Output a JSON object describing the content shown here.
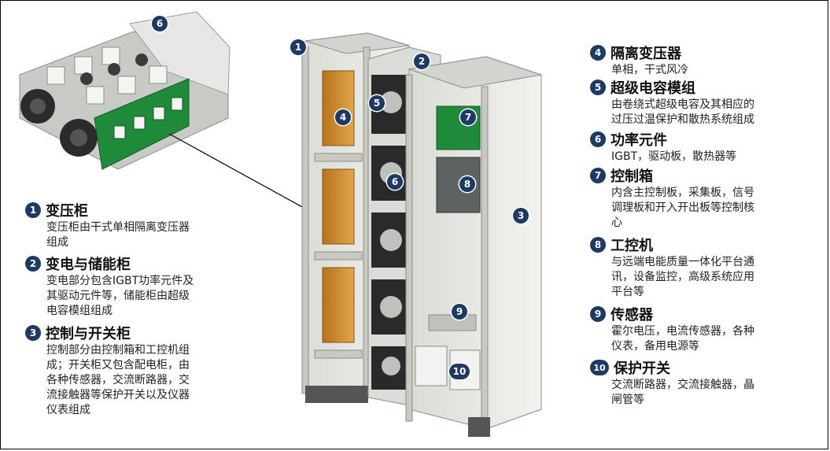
{
  "legend": [
    {
      "num": "1",
      "title": "变压柜",
      "desc": "变压柜由干式单相隔离变压器\n组成"
    },
    {
      "num": "2",
      "title": "变电与储能柜",
      "desc": "变电部分包含IGBT功率元件及\n其驱动元件等，储能柜由超级\n电容模组组成"
    },
    {
      "num": "3",
      "title": "控制与开关柜",
      "desc": "控制部分由控制箱和工控机组\n成；开关柜又包含配电柜，由\n各种传感器，交流断路器，交\n流接触器等保护开关以及仪器\n仪表组成"
    },
    {
      "num": "4",
      "title": "隔离变压器",
      "desc": "单相，干式风冷"
    },
    {
      "num": "5",
      "title": "超级电容模组",
      "desc": "由卷绕式超级电容及其相应的\n过压过温保护和散热系统组成"
    },
    {
      "num": "6",
      "title": "功率元件",
      "desc": "IGBT，驱动板，散热器等"
    },
    {
      "num": "7",
      "title": "控制箱",
      "desc": "内含主控制板，采集板，信号\n调理板和开入开出板等控制核\n心"
    },
    {
      "num": "8",
      "title": "工控机",
      "desc": "与远端电能质量一体化平台通\n讯，设备监控，高级系统应用\n平台等"
    },
    {
      "num": "9",
      "title": "传感器",
      "desc": "霍尔电压，电流传感器，各种\n仪表，备用电源等"
    },
    {
      "num": "10",
      "title": "保护开关",
      "desc": "交流断路器，交流接触器，晶\n闸管等"
    }
  ],
  "markers": [
    "6",
    "1",
    "2",
    "4",
    "5",
    "7",
    "6",
    "8",
    "3",
    "9",
    "10"
  ],
  "colors": {
    "badge": "#1e3a64",
    "frame": "#c9c9c2",
    "glass": "#e9ece7",
    "board": "#1f8a3a",
    "transformer": "#c98a2a"
  }
}
